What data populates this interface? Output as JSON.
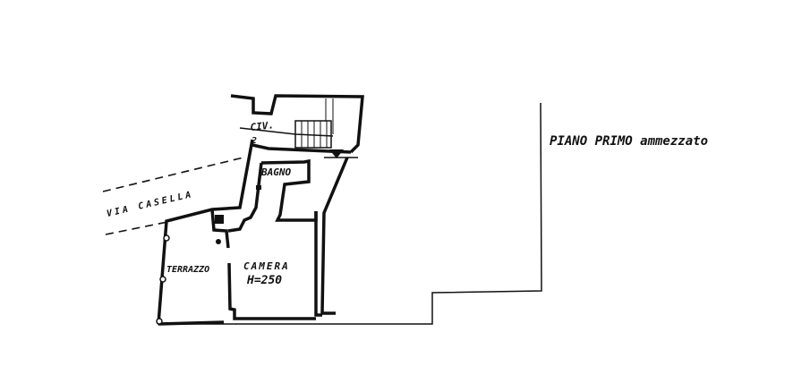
{
  "plan": {
    "title": "PIANO PRIMO ammezzato",
    "street": "VIA CASELLA",
    "civic": "CIV.",
    "civic_number": "2",
    "rooms": {
      "bath": "BAGNO",
      "terrace": "TERRAZZO",
      "bedroom": "CAMERA",
      "height": "H=250"
    }
  }
}
